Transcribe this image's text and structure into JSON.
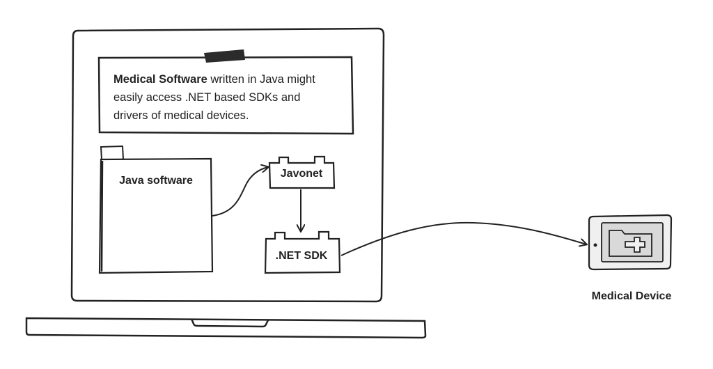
{
  "note": {
    "bold": "Medical Software",
    "line1_rest": " written in Java might",
    "line2": "easily access .NET based SDKs and",
    "line3": "drivers of medical devices."
  },
  "nodes": {
    "java": "Java software",
    "javonet": "Javonet",
    "dotnet_sdk": ".NET SDK",
    "device": "Medical Device"
  },
  "colors": {
    "stroke": "#222222",
    "tape": "#2b2b2b",
    "device_fill": "#f0f0f0",
    "device_screen": "#d9d9d9"
  }
}
